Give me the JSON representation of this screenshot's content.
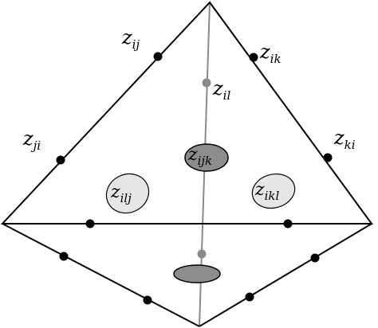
{
  "labels": {
    "zij": {
      "main": "z",
      "sub": "ij"
    },
    "zik": {
      "main": "z",
      "sub": "ik"
    },
    "zji": {
      "main": "z",
      "sub": "ji"
    },
    "zki": {
      "main": "z",
      "sub": "ki"
    },
    "zil": {
      "main": "z",
      "sub": "il"
    },
    "zijk": {
      "main": "z",
      "sub": "ijk"
    },
    "zilj": {
      "main": "z",
      "sub": "ilj"
    },
    "zikl": {
      "main": "z",
      "sub": "ikl"
    }
  },
  "colors": {
    "edge": "#000000",
    "hidden_edge": "#8a8a8a",
    "vertex_dot": "#000000",
    "hidden_dot": "#8a8a8a",
    "face_dark": "#8c8c8c",
    "face_light": "#e6e6e6"
  }
}
